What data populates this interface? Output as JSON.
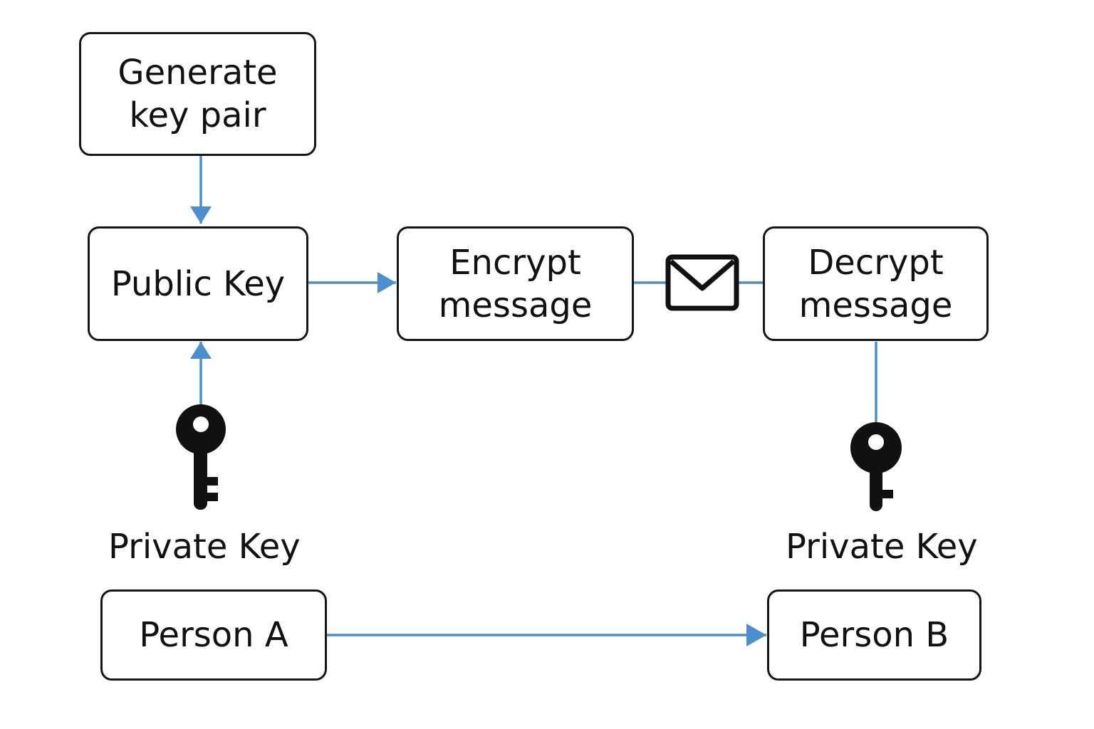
{
  "colors": {
    "connector": "#4a8fd0",
    "border": "#161616",
    "icon": "#111111",
    "background": "#ffffff"
  },
  "nodes": {
    "generate": "Generate\nkey pair",
    "public_key": "Public Key",
    "encrypt": "Encrypt\nmessage",
    "decrypt": "Decrypt\nmessage",
    "person_a": "Person A",
    "person_b": "Person B"
  },
  "captions": {
    "private_key_a": "Private Key",
    "private_key_b": "Private Key"
  },
  "icons": {
    "envelope": "envelope-icon",
    "key_a": "key-icon",
    "key_b": "key-icon"
  }
}
